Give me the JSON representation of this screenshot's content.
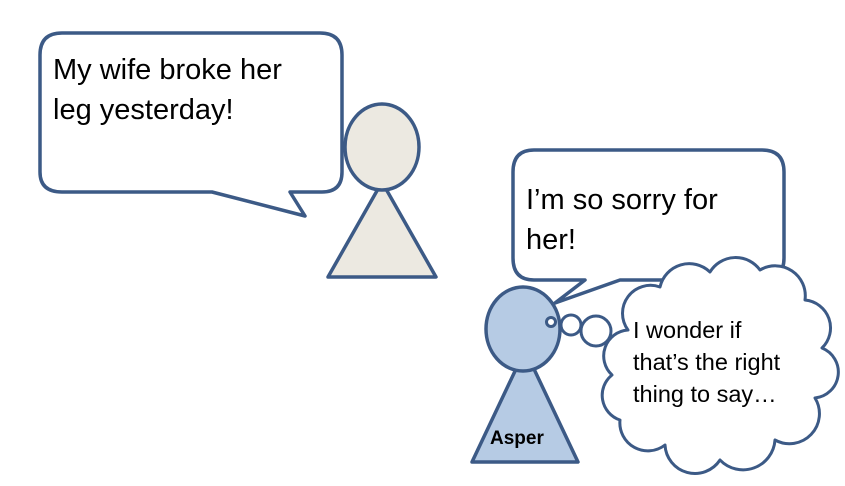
{
  "speaker_bubble": {
    "line1": "My wife broke her",
    "line2": "leg yesterday!"
  },
  "reply_bubble": {
    "line1": "I’m so sorry for",
    "line2": "her!"
  },
  "thought_bubble": {
    "line1": "I wonder if",
    "line2": "that’s the right",
    "line3": "thing to say…"
  },
  "figure_label": "Asper",
  "colors": {
    "outline": "#3c5a86",
    "speaker_fill": "#ece9e1",
    "asper_fill": "#b6cbe4",
    "bubble_fill": "#ffffff"
  }
}
